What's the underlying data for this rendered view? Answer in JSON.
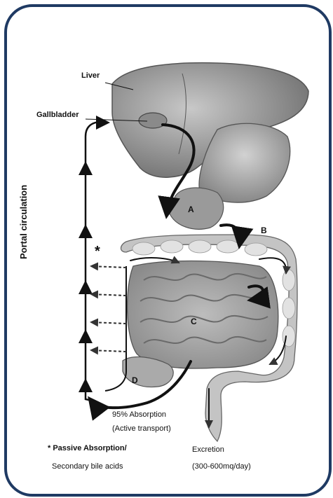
{
  "labels": {
    "liver": "Liver",
    "gallbladder": "Gallbladder",
    "portal_circulation": "Portal circulation",
    "absorption": "95% Absorption",
    "active_transport": "(Active transport)",
    "passive_absorption": "* Passive Absorption/",
    "secondary_bile_acids": "Secondary bile acids",
    "excretion": "Excretion",
    "excretion_amount": "(300-600mq/day)",
    "star": "*"
  },
  "regions": {
    "a": "A",
    "b": "B",
    "c": "C",
    "d": "D"
  },
  "colors": {
    "frame": "#1f3a63",
    "organ_dark": "#7a7a7a",
    "organ_mid": "#a8a8a8",
    "organ_light": "#d6d6d6",
    "arrow": "#111111"
  }
}
